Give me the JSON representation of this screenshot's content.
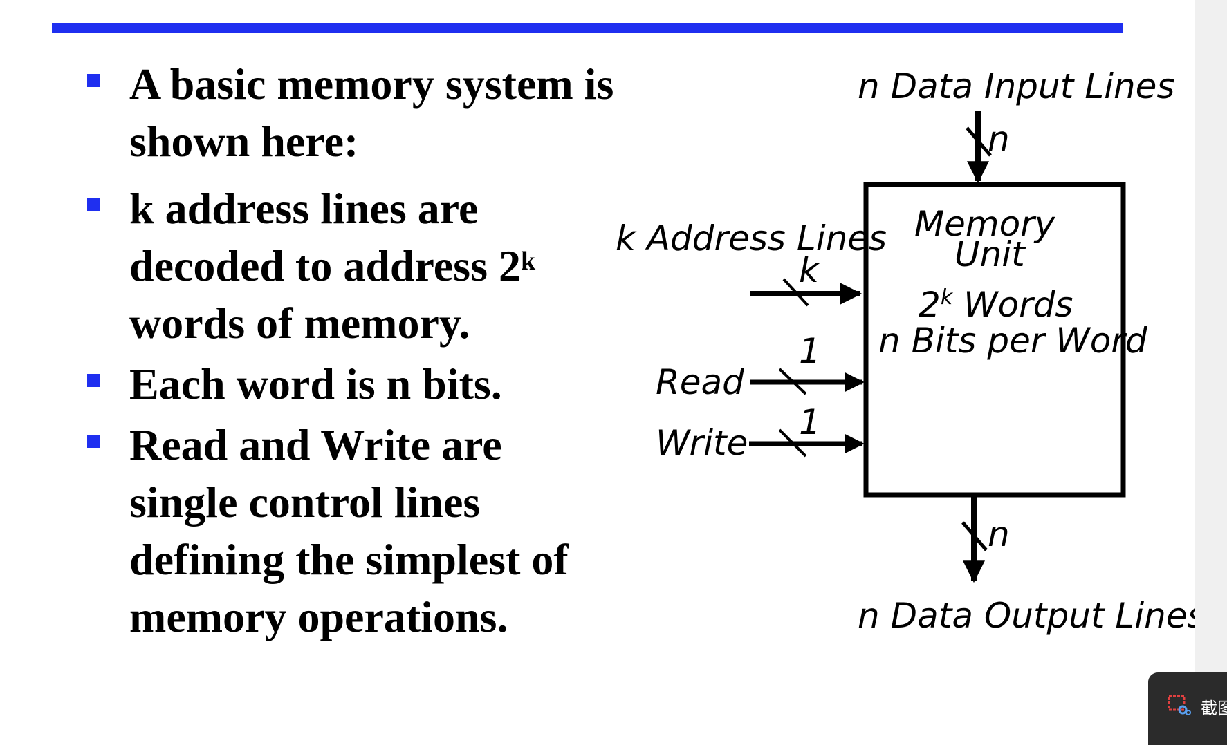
{
  "slide": {
    "accent_color": "#1f2ff0",
    "bullets": [
      {
        "text": "A basic memory system is\nshown here:"
      },
      {
        "text_before": "k address lines are\ndecoded to address 2",
        "sup": "k",
        "text_after": "\nwords of memory."
      },
      {
        "text": "Each word is n bits."
      },
      {
        "text": "Read and Write are\nsingle control lines\ndefining the simplest of\nmemory operations."
      }
    ]
  },
  "diagram": {
    "data_input_label": "n Data Input Lines",
    "data_input_width": "n",
    "address_label": "k Address Lines",
    "address_width": "k",
    "read_label": "Read",
    "read_width": "1",
    "write_label": "Write",
    "write_width": "1",
    "unit_title_1": "Memory",
    "unit_title_2": "Unit",
    "words_base": "2",
    "words_exp": "k",
    "words_rest": " Words",
    "bits_per_word": "n Bits per Word",
    "output_width": "n",
    "data_output_label": "n Data Output Lines"
  },
  "taskbar": {
    "snip_label": "截图",
    "icon": "screenshot-icon"
  }
}
